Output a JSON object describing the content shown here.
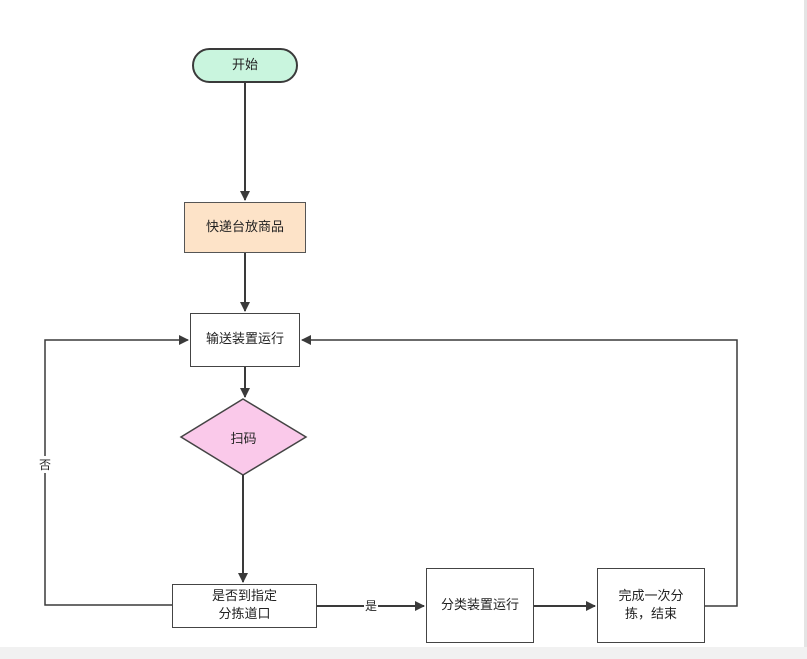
{
  "nodes": {
    "start": "开始",
    "put_item": "快递台放商品",
    "conveyor": "输送装置运行",
    "scan": "扫码",
    "decision_line1": "是否到指定",
    "decision_line2": "分拣道口",
    "sort_run": "分类装置运行",
    "finish_line1": "完成一次分",
    "finish_line2": "拣，结束"
  },
  "edge_labels": {
    "no": "否",
    "yes": "是"
  },
  "colors": {
    "start_fill": "#c9f5de",
    "put_item_fill": "#fde3c8",
    "scan_fill": "#fac9ea",
    "line": "#3a3a3a"
  }
}
